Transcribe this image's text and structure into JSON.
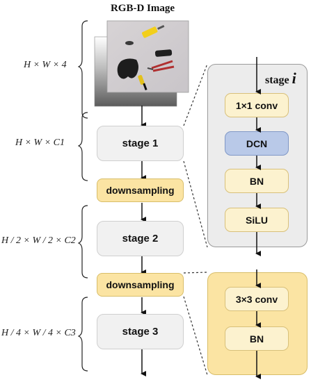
{
  "image_title": "RGB-D Image",
  "dims": {
    "d0": "H × W × 4",
    "d1": "H × W × C1",
    "d2": "H / 2 × W / 2 × C2",
    "d3": "H / 4 × W / 4 × C3"
  },
  "backbone": {
    "stage1": "stage 1",
    "down1": "downsampling",
    "stage2": "stage 2",
    "down2": "downsampling",
    "stage3": "stage 3"
  },
  "stage_detail": {
    "label": "stage",
    "index": "i",
    "blocks": [
      "1×1 conv",
      "DCN",
      "BN",
      "SiLU"
    ]
  },
  "down_detail": {
    "blocks": [
      "3×3 conv",
      "BN"
    ]
  },
  "colors": {
    "stage_fill": "#f1f1f1",
    "down_fill": "#fbe4a3",
    "dcn_fill": "#b9c9e8",
    "block_fill": "#fcf2cf",
    "panel_gray": "#ececec"
  },
  "icons": [
    "bracket-icon",
    "arrow-down-icon",
    "photo-image"
  ]
}
